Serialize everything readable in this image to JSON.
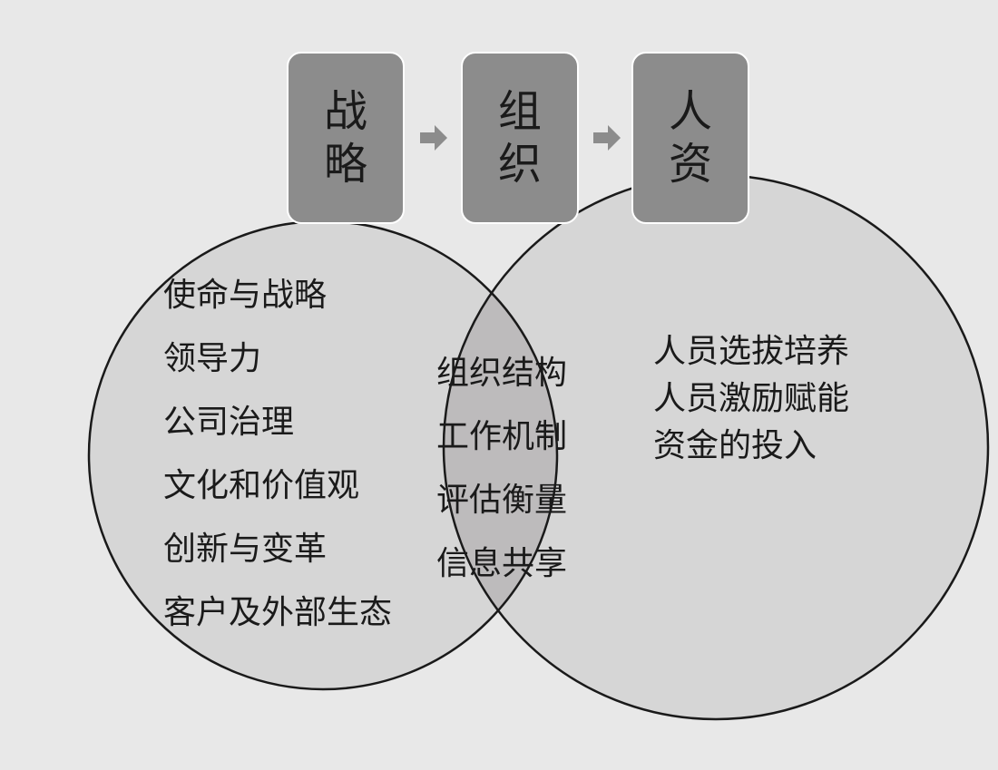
{
  "headers": {
    "strategy": [
      "战",
      "略"
    ],
    "organization": [
      "组",
      "织"
    ],
    "people": [
      "人",
      "资"
    ]
  },
  "sections": {
    "strategy": [
      "使命与战略",
      "领导力",
      "公司治理",
      "文化和价值观",
      "创新与变革",
      "客户及外部生态"
    ],
    "organization": [
      "组织结构",
      "工作机制",
      "评估衡量",
      "信息共享"
    ],
    "people": [
      "人员选拔培养",
      "人员激励赋能",
      "资金的投入"
    ]
  },
  "colors": {
    "background": "#e8e8e8",
    "circle_fill": "#d6d6d6",
    "overlap_fill": "#bdbbbc",
    "header_fill": "#8c8c8c",
    "arrow_fill": "#8c8c8c",
    "outline": "#1a1a1a"
  }
}
